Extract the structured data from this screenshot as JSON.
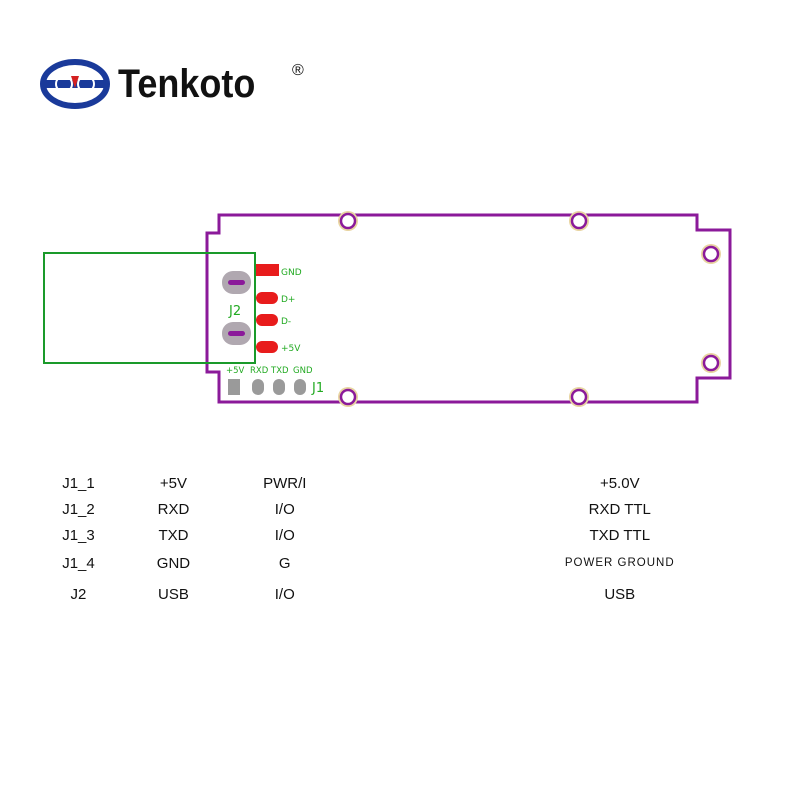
{
  "brand": {
    "name": "Tenkoto",
    "registered": "®",
    "logo_color": "#1a3a9a",
    "logo_accent": "#d42020"
  },
  "board": {
    "outline_color": "#8b1a9a",
    "connector_color": "#1a9a2a",
    "pad_color": "#e81c1c",
    "hole_ring_color": "#e8d4a0",
    "labels": {
      "j2": "J2",
      "j1": "J1",
      "gnd": "GND",
      "dplus": "D+",
      "dminus": "D-",
      "plus5v": "+5V",
      "j1_pins": [
        "+5V",
        "RXD",
        "TXD",
        "GND"
      ]
    }
  },
  "pin_table": {
    "rows": [
      {
        "pin": "J1_1",
        "name": "+5V",
        "type": "PWR/I",
        "desc": "+5.0V"
      },
      {
        "pin": "J1_2",
        "name": "RXD",
        "type": "I/O",
        "desc": "RXD TTL"
      },
      {
        "pin": "J1_3",
        "name": "TXD",
        "type": "I/O",
        "desc": "TXD TTL"
      },
      {
        "pin": "J1_4",
        "name": "GND",
        "type": "G",
        "desc": "POWER GROUND"
      },
      {
        "pin": "J2",
        "name": "USB",
        "type": "I/O",
        "desc": "USB"
      }
    ]
  }
}
